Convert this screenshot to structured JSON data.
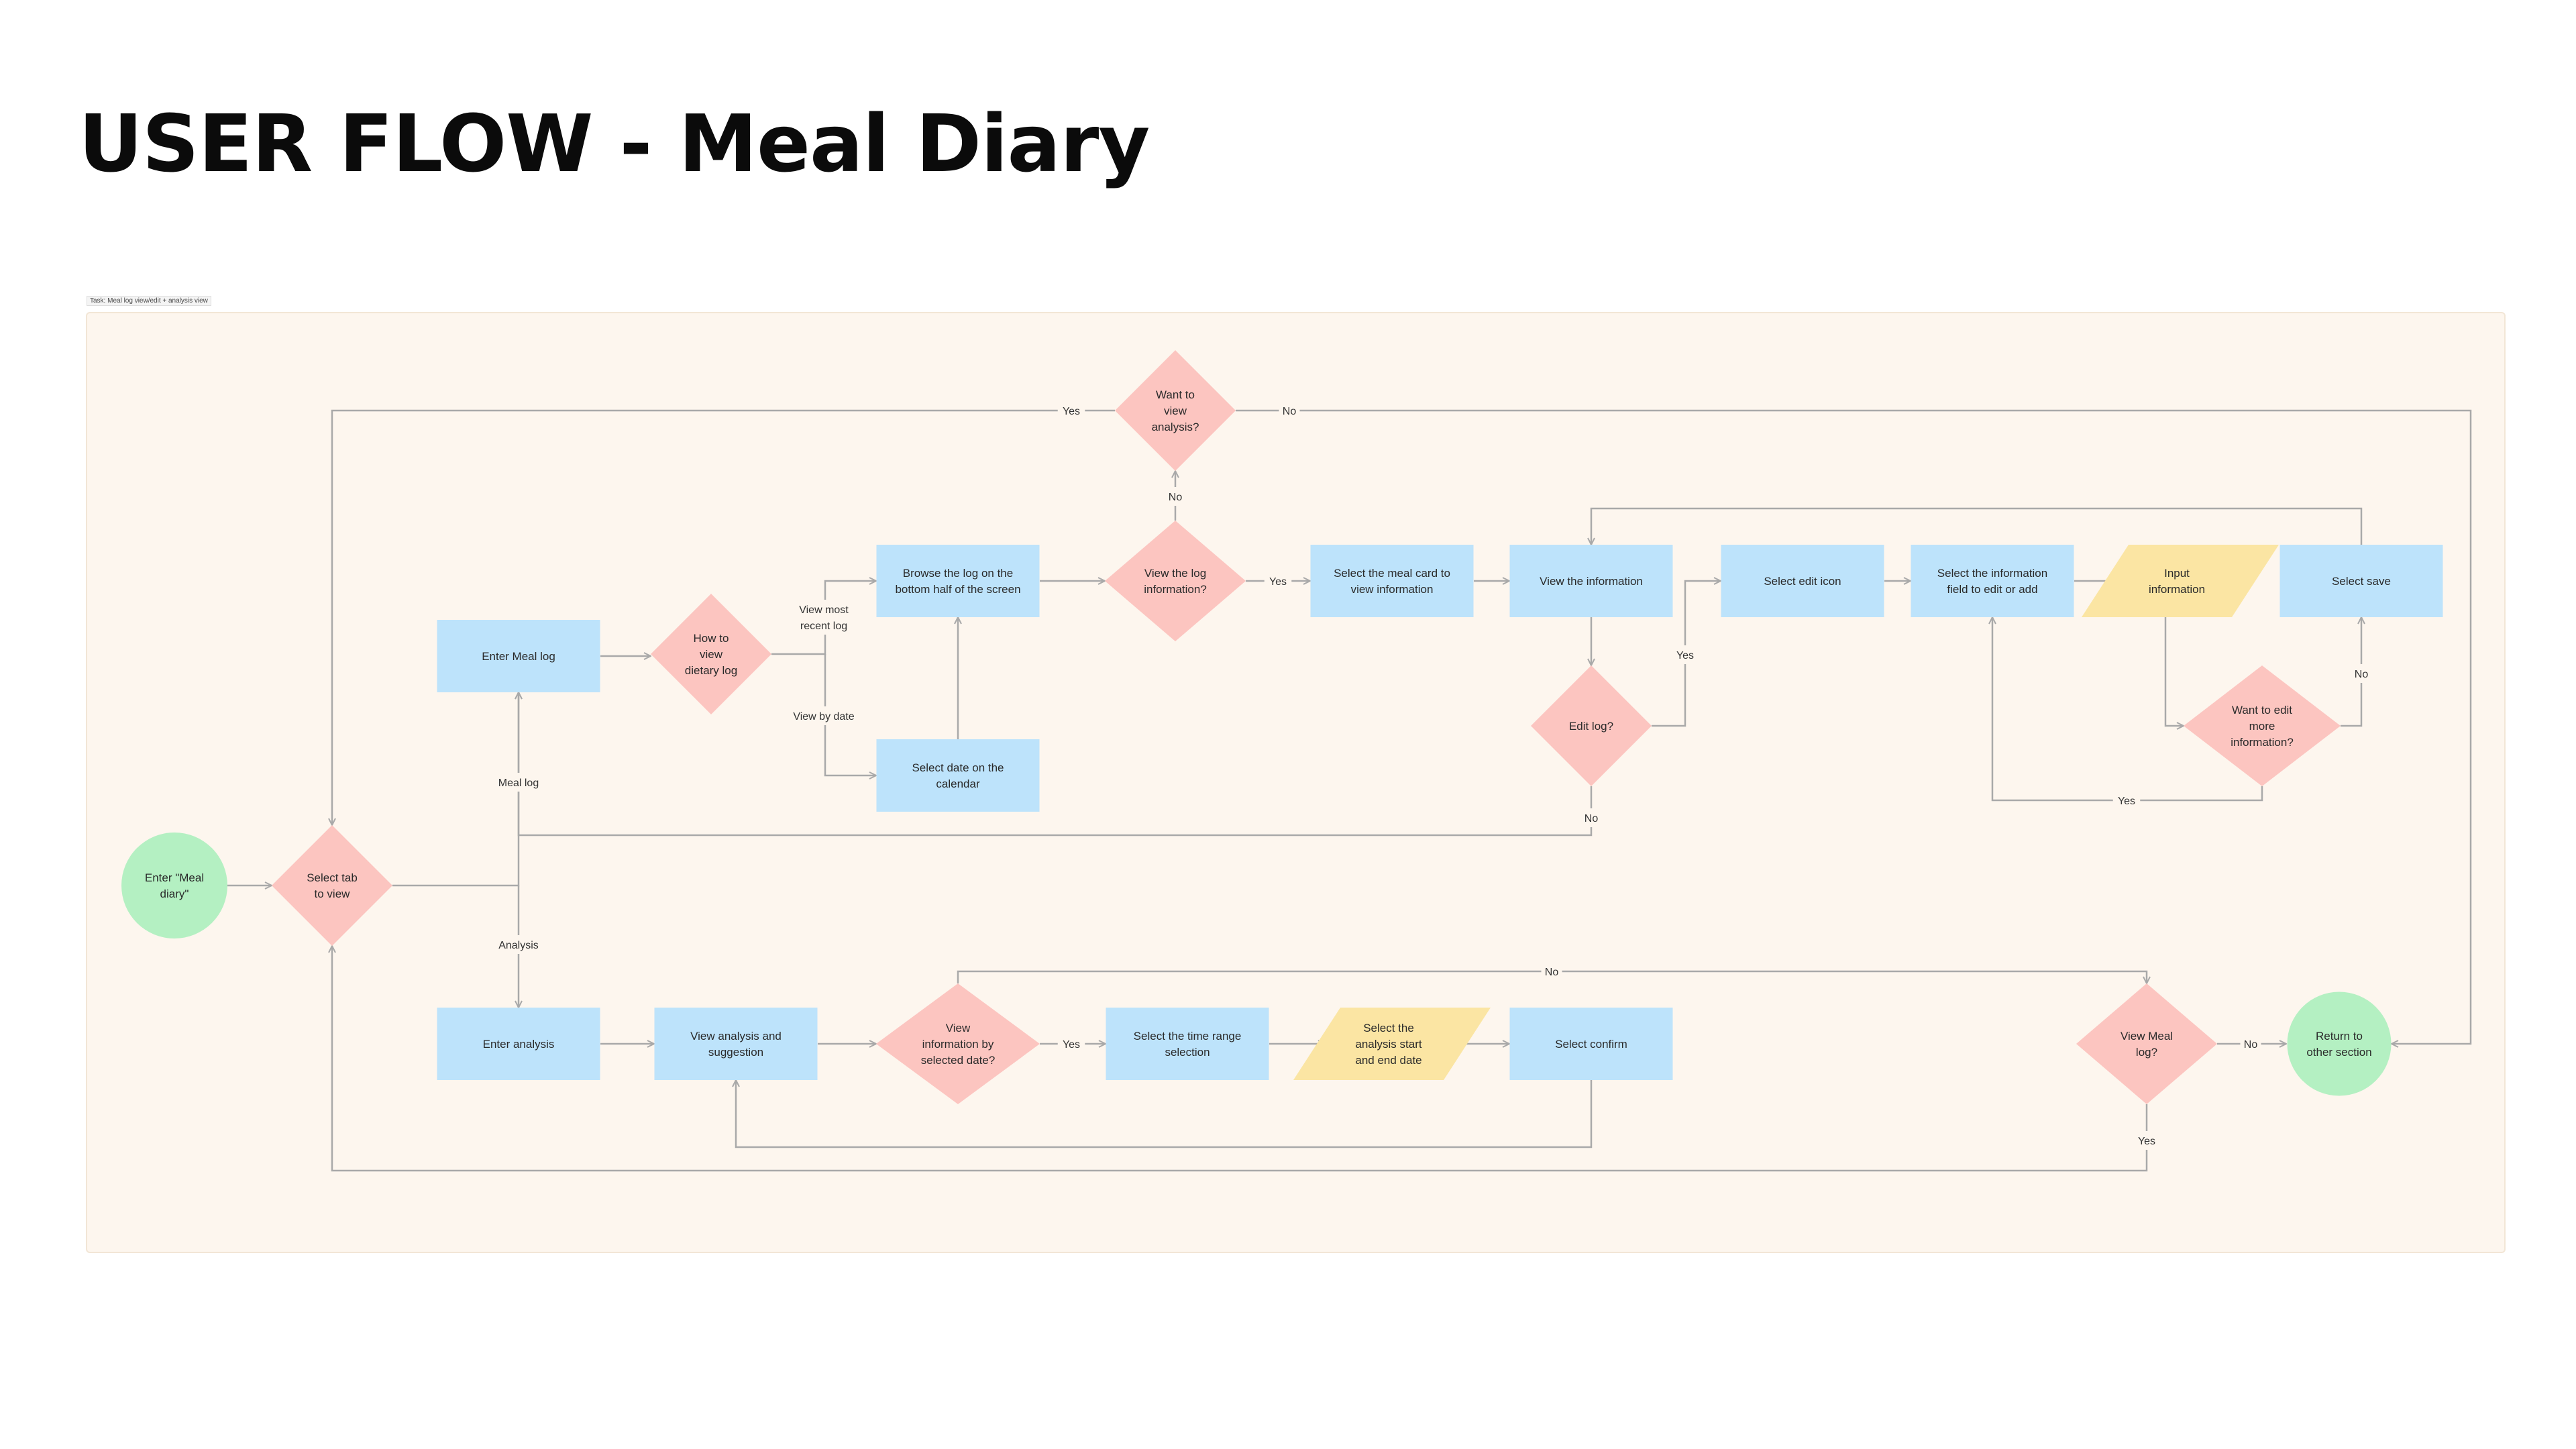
{
  "title": "USER FLOW - Meal Diary",
  "frame_label": "Task: Meal log view/edit + analysis view",
  "colors": {
    "start_end": "#b4f0c2",
    "process": "#bde3fb",
    "decision": "#fcc5c0",
    "input": "#fbe5a3",
    "frame_bg": "#fdf6ee",
    "connector": "#a9a9a9"
  },
  "nodes": {
    "start": [
      "Enter \"Meal",
      "diary\""
    ],
    "select_tab": [
      "Select tab",
      "to view"
    ],
    "enter_meal_log": [
      "Enter Meal log"
    ],
    "how_to_view": [
      "How to",
      "view",
      "dietary log"
    ],
    "browse_log": [
      "Browse the log on the",
      "bottom half of the screen"
    ],
    "select_date_calendar": [
      "Select date on the",
      "calendar"
    ],
    "view_log_info": [
      "View the log",
      "information?"
    ],
    "want_analysis": [
      "Want to",
      "view",
      "analysis?"
    ],
    "select_meal_card": [
      "Select the meal card to",
      "view information"
    ],
    "view_information": [
      "View the information"
    ],
    "edit_log": [
      "Edit log?"
    ],
    "select_edit_icon": [
      "Select edit icon"
    ],
    "select_info_field": [
      "Select the information",
      "field to edit or add"
    ],
    "input_information": [
      "Input",
      "information"
    ],
    "select_save": [
      "Select save"
    ],
    "want_edit_more": [
      "Want to edit",
      "more",
      "information?"
    ],
    "enter_analysis": [
      "Enter analysis"
    ],
    "view_analysis_suggestion": [
      "View analysis and",
      "suggestion"
    ],
    "view_info_by_date": [
      "View",
      "information by",
      "selected date?"
    ],
    "select_time_range": [
      "Select the time range",
      "selection"
    ],
    "select_start_end": [
      "Select the",
      "analysis start",
      "and end date"
    ],
    "select_confirm": [
      "Select confirm"
    ],
    "view_meal_log_q": [
      "View Meal",
      "log?"
    ],
    "return_other": [
      "Return to",
      "other section"
    ]
  },
  "edge_labels": {
    "analysis_yes": "Yes",
    "analysis_no": "No",
    "view_log_no": "No",
    "view_log_yes": "Yes",
    "view_most_recent": [
      "View most",
      "recent log"
    ],
    "view_by_date": "View by date",
    "meal_log": "Meal log",
    "analysis": "Analysis",
    "edit_yes": "Yes",
    "edit_no": "No",
    "edit_more_no": "No",
    "edit_more_yes": "Yes",
    "by_date_yes": "Yes",
    "top_no": "No",
    "meal_log_q_no": "No",
    "meal_log_q_yes": "Yes"
  }
}
